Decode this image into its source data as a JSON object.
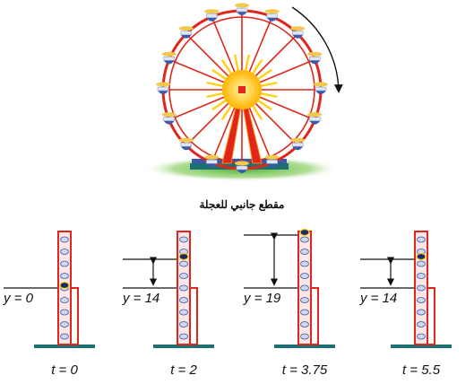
{
  "caption": "مقطع جانبي للعجلة",
  "panels": [
    {
      "y_label": "y = 0",
      "t_label": "t = 0"
    },
    {
      "y_label": "y = 14",
      "t_label": "t = 2"
    },
    {
      "y_label": "y = 19",
      "t_label": "t = 3.75"
    },
    {
      "y_label": "y = 14",
      "t_label": "t = 5.5"
    }
  ],
  "colors": {
    "frame_red": "#e0261c",
    "hub_yellow": "#ffd21a",
    "base_teal": "#1d6f72",
    "grass_green": "#4caf2e",
    "gondola_blue": "#3d58a8",
    "arrow": "#111111"
  }
}
